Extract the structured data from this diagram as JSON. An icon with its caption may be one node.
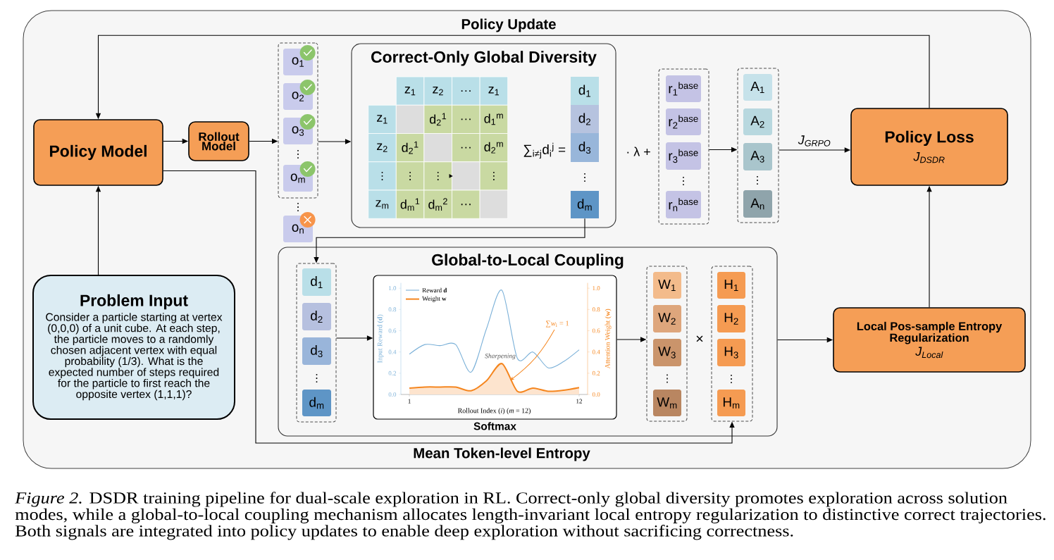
{
  "diagram": {
    "caption": "*Figure 2.* DSDR training pipeline for dual-scale exploration in RL. Correct-only global diversity promotes exploration across solution modes, while a global-to-local coupling mechanism allocates length-invariant local entropy regularization to distinctive correct trajectories. Both signals are integrated into policy updates to enable deep exploration without sacrificing correctness.",
    "nodes": [
      {
        "text": [
          "Policy Model"
        ]
      },
      {
        "text": [
          "Rollout Model"
        ]
      },
      {
        "text": [],
        "shape": "box"
      },
      {
        "text": [
          "o$_{1}$"
        ],
        "in": 2
      },
      {
        "text": [
          "o$_{2}$"
        ],
        "in": 2
      },
      {
        "text": [
          "o$_{3}$"
        ],
        "in": 2
      },
      {
        "text": [
          "o$_{m}$"
        ],
        "in": 2
      },
      {
        "text": [
          "o$_{n}$"
        ]
      },
      {
        "text": [
          "Correct-Only Global Diversity"
        ]
      },
      {
        "text": [
          "d$_{1}$"
        ],
        "in": 8
      },
      {
        "text": [
          "d$_{2}$"
        ],
        "in": 8
      },
      {
        "text": [
          "d$_{3}$"
        ],
        "in": 8
      },
      {
        "text": [
          "d$_{m}$"
        ],
        "in": 8
      },
      {
        "text": [],
        "shape": "box"
      },
      {
        "text": [
          "r$_{1}$$^{base}$"
        ],
        "in": 13
      },
      {
        "text": [
          "r$_{2}$$^{base}$"
        ],
        "in": 13
      },
      {
        "text": [
          "r$_{3}$$^{base}$"
        ],
        "in": 13
      },
      {
        "text": [
          "r$_{n}$$^{base}$"
        ],
        "in": 13
      },
      {
        "text": [],
        "shape": "box"
      },
      {
        "text": [
          "A$_{1}$"
        ],
        "in": 18
      },
      {
        "text": [
          "A$_{2}$"
        ],
        "in": 18
      },
      {
        "text": [
          "A$_{3}$"
        ],
        "in": 18
      },
      {
        "text": [
          "A$_{n}$"
        ],
        "in": 18
      },
      {
        "text": [
          "Policy Loss",
          "J$_{DSDR}$"
        ]
      },
      {
        "text": [
          "Problem Input",
          "Consider a particle starting at vertex (0,0,0) of a unit cube. At each step, the particle moves to a randomly chosen adjacent vertex with equal probability (1/3). What is the expected number of steps required for the particle to first reach the opposite vertex (1,1,1)?"
        ]
      },
      {
        "text": [
          "Global-to-Local Coupling"
        ]
      },
      {
        "text": [],
        "shape": "box",
        "in": 25
      },
      {
        "text": [
          "d$_{1}$"
        ],
        "in": 26
      },
      {
        "text": [
          "d$_{2}$"
        ],
        "in": 26
      },
      {
        "text": [
          "d$_{3}$"
        ],
        "in": 26
      },
      {
        "text": [
          "d$_{m}$"
        ],
        "in": 26
      },
      {
        "text": [],
        "shape": "box",
        "in": 25,
        "beside": [
          "Softmax"
        ]
      },
      {
        "text": [],
        "shape": "box",
        "in": 25
      },
      {
        "text": [
          "W$_{1}$"
        ],
        "in": 32
      },
      {
        "text": [
          "W$_{2}$"
        ],
        "in": 32
      },
      {
        "text": [
          "W$_{3}$"
        ],
        "in": 32
      },
      {
        "text": [
          "W$_{m}$"
        ],
        "in": 32
      },
      {
        "text": [],
        "shape": "box",
        "in": 25
      },
      {
        "text": [
          "H$_{1}$"
        ],
        "in": 37
      },
      {
        "text": [
          "H$_{2}$"
        ],
        "in": 37
      },
      {
        "text": [
          "H$_{3}$"
        ],
        "in": 37
      },
      {
        "text": [
          "H$_{m}$"
        ],
        "in": 37
      },
      {
        "text": [
          "Local Pos-sample Entropy Regularization",
          "J$_{Local}$"
        ]
      }
    ],
    "edges": [
      {
        "from": 23,
        "to": 0,
        "arrow": "to",
        "label": "Policy Update"
      },
      {
        "from": 24,
        "to": 0,
        "arrow": "to"
      },
      {
        "from": 0,
        "to": 1,
        "arrow": "to"
      },
      {
        "from": 1,
        "to": 2,
        "arrow": "to"
      },
      {
        "from": 2,
        "to": 8,
        "arrow": "to"
      },
      {
        "from": 12,
        "to": 26,
        "arrow": "to"
      },
      {
        "from": 26,
        "to": 31,
        "arrow": "to"
      },
      {
        "from": 31,
        "to": 32,
        "arrow": "to"
      },
      {
        "from": 0,
        "to": 37,
        "arrow": "to",
        "label": "Mean Token-level Entropy"
      },
      {
        "from": 25,
        "to": 42,
        "arrow": "to"
      },
      {
        "from": 42,
        "to": 23,
        "arrow": "to"
      },
      {
        "from": 13,
        "to": 18,
        "arrow": "to"
      },
      {
        "from": 18,
        "to": 23,
        "arrow": "to",
        "label": "J$_{GRPO}$"
      }
    ],
    "labels": [
      "⋮",
      "⋮",
      "z$_{1}$",
      "z$_{2}$",
      "…",
      "z$_{1}$",
      "z$_{1}$",
      "d$_{2}$$^{1}$",
      "…",
      "d$_{1}$$^{m}$",
      "z$_{2}$",
      "d$_{2}$$^{1}$",
      "…",
      "d$_{2}$$^{m}$",
      "⋮",
      "⋮",
      "⋮",
      "⋮",
      "z$_{m}$",
      "d$_{m}$$^{1}$",
      "d$_{m}$$^{2}$",
      "…",
      "∑$_{i≠j}$d$_{i}$$^{j}$ =",
      "⋮",
      "· λ +",
      "⋮",
      "⋮",
      "⋮",
      "⋮",
      "×",
      "⋮",
      "Attention Weight (**w**)",
      "1.0",
      "0.8",
      "0.6",
      "0.4",
      "0.2",
      "0.0"
    ],
    "chart_data": {
      "type": "line",
      "xlabel": "Rollout Index (*i*) (*m* = 12)",
      "ylabel": "Input Reward (**d**)",
      "x": [
        1,
        2,
        3,
        4,
        5,
        6,
        7,
        8,
        9,
        10,
        11,
        12
      ],
      "series": [
        {
          "name": "Reward **d**",
          "color": "#7ab0d8",
          "values": [
            0.38,
            0.47,
            0.46,
            0.47,
            0.21,
            0.62,
            0.98,
            0.34,
            0.4,
            0.25,
            0.31,
            0.42
          ]
        },
        {
          "name": "Weight **w**",
          "color": "#f5861f",
          "type": "area",
          "values": [
            0.06,
            0.07,
            0.07,
            0.07,
            0.035,
            0.13,
            0.29,
            0.03,
            0.06,
            0.03,
            0.04,
            0.065
          ]
        }
      ],
      "xlim": [
        0.45,
        12.55
      ],
      "ylim": [
        0,
        1.05
      ],
      "xticks": [
        1,
        12
      ],
      "yticks": [
        {
          "value": 0,
          "label": "0.0"
        },
        0.2,
        0.4,
        0.6,
        0.8,
        {
          "value": 1,
          "label": "1.0"
        }
      ],
      "legend": "upper left",
      "annotations": [
        "Sharpening",
        "∑*w*$_{i}$ = 1"
      ]
    }
  }
}
